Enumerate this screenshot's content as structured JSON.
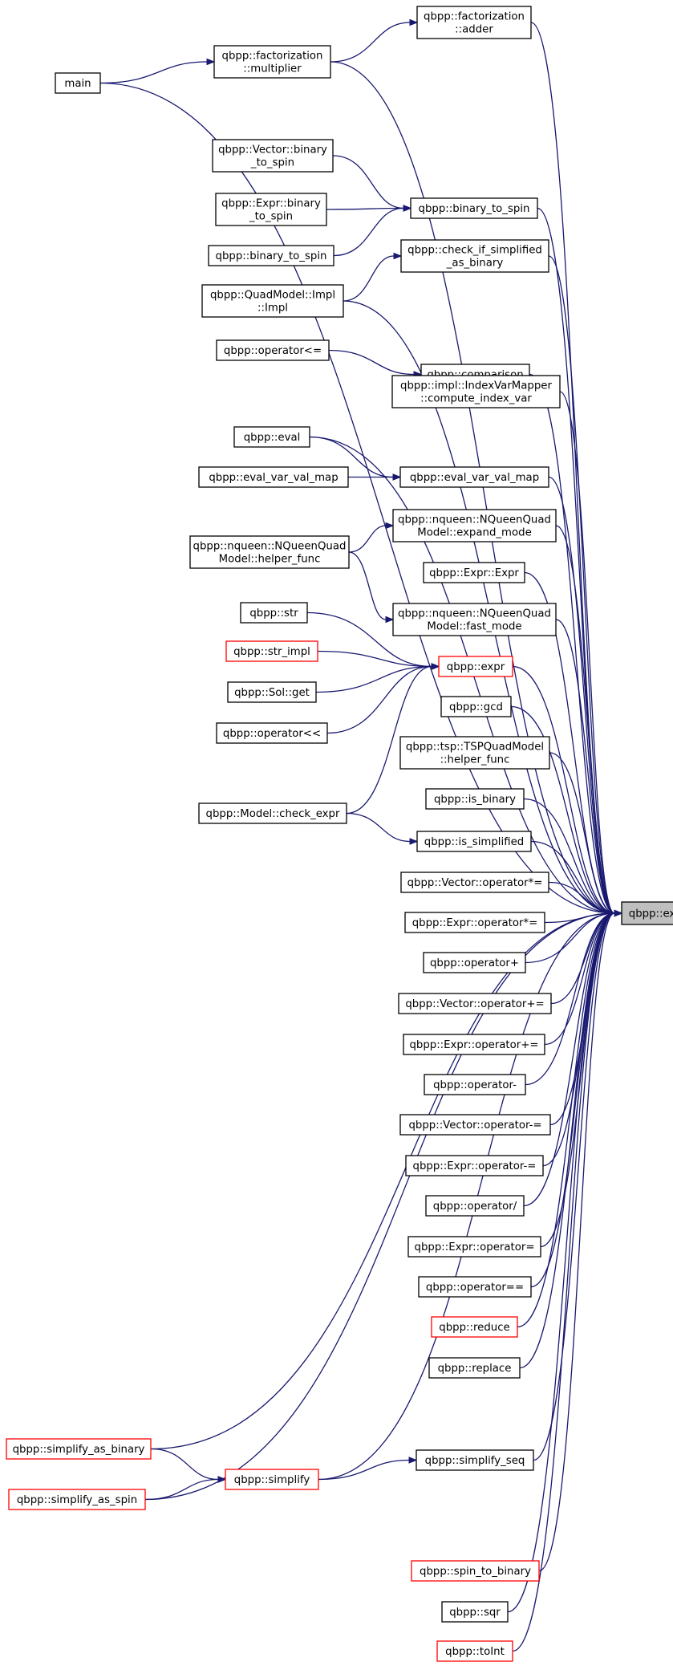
{
  "colors": {
    "edge": "#191970",
    "normal_border": "#000000",
    "truncated_border": "#ff0000",
    "focus_fill": "#bfbfbf"
  },
  "nodes": [
    {
      "id": "expr_target",
      "lines": [
        "qbpp::expr"
      ],
      "style": "focus"
    },
    {
      "id": "fact_adder",
      "lines": [
        "qbpp::factorization",
        "::adder"
      ]
    },
    {
      "id": "fact_mult",
      "lines": [
        "qbpp::factorization",
        "::multiplier"
      ]
    },
    {
      "id": "main",
      "lines": [
        "main"
      ]
    },
    {
      "id": "vec_b2s",
      "lines": [
        "qbpp::Vector::binary",
        "_to_spin"
      ]
    },
    {
      "id": "expr_b2s",
      "lines": [
        "qbpp::Expr::binary",
        "_to_spin"
      ]
    },
    {
      "id": "b2s_mid",
      "lines": [
        "qbpp::binary_to_spin"
      ]
    },
    {
      "id": "b2s_left",
      "lines": [
        "qbpp::binary_to_spin"
      ]
    },
    {
      "id": "check_simpl",
      "lines": [
        "qbpp::check_if_simplified",
        "_as_binary"
      ]
    },
    {
      "id": "quad_impl",
      "lines": [
        "qbpp::QuadModel::Impl",
        "::Impl"
      ]
    },
    {
      "id": "op_le",
      "lines": [
        "qbpp::operator<="
      ]
    },
    {
      "id": "comparison",
      "lines": [
        "qbpp::comparison"
      ]
    },
    {
      "id": "index_var",
      "lines": [
        "qbpp::impl::IndexVarMapper",
        "::compute_index_var"
      ]
    },
    {
      "id": "eval",
      "lines": [
        "qbpp::eval"
      ]
    },
    {
      "id": "eval_map_left",
      "lines": [
        "qbpp::eval_var_val_map"
      ]
    },
    {
      "id": "eval_map_mid",
      "lines": [
        "qbpp::eval_var_val_map"
      ]
    },
    {
      "id": "nq_expand",
      "lines": [
        "qbpp::nqueen::NQueenQuad",
        "Model::expand_mode"
      ]
    },
    {
      "id": "nq_helper",
      "lines": [
        "qbpp::nqueen::NQueenQuad",
        "Model::helper_func"
      ]
    },
    {
      "id": "expr_ctor",
      "lines": [
        "qbpp::Expr::Expr"
      ]
    },
    {
      "id": "nq_fast",
      "lines": [
        "qbpp::nqueen::NQueenQuad",
        "Model::fast_mode"
      ]
    },
    {
      "id": "str",
      "lines": [
        "qbpp::str"
      ]
    },
    {
      "id": "str_impl",
      "lines": [
        "qbpp::str_impl"
      ],
      "style": "red"
    },
    {
      "id": "expr_mid",
      "lines": [
        "qbpp::expr"
      ],
      "style": "red"
    },
    {
      "id": "sol_get",
      "lines": [
        "qbpp::Sol::get"
      ]
    },
    {
      "id": "op_shl",
      "lines": [
        "qbpp::operator<<"
      ]
    },
    {
      "id": "gcd",
      "lines": [
        "qbpp::gcd"
      ]
    },
    {
      "id": "tsp_helper",
      "lines": [
        "qbpp::tsp::TSPQuadModel",
        "::helper_func"
      ]
    },
    {
      "id": "is_binary",
      "lines": [
        "qbpp::is_binary"
      ]
    },
    {
      "id": "check_expr",
      "lines": [
        "qbpp::Model::check_expr"
      ]
    },
    {
      "id": "is_simplified",
      "lines": [
        "qbpp::is_simplified"
      ]
    },
    {
      "id": "vec_mul_eq",
      "lines": [
        "qbpp::Vector::operator*="
      ]
    },
    {
      "id": "expr_mul_eq",
      "lines": [
        "qbpp::Expr::operator*="
      ]
    },
    {
      "id": "op_plus",
      "lines": [
        "qbpp::operator+"
      ]
    },
    {
      "id": "vec_plus_eq",
      "lines": [
        "qbpp::Vector::operator+="
      ]
    },
    {
      "id": "expr_plus_eq",
      "lines": [
        "qbpp::Expr::operator+="
      ]
    },
    {
      "id": "op_minus",
      "lines": [
        "qbpp::operator-"
      ]
    },
    {
      "id": "vec_minus_eq",
      "lines": [
        "qbpp::Vector::operator-="
      ]
    },
    {
      "id": "expr_minus_eq",
      "lines": [
        "qbpp::Expr::operator-="
      ]
    },
    {
      "id": "op_div",
      "lines": [
        "qbpp::operator/"
      ]
    },
    {
      "id": "expr_assign",
      "lines": [
        "qbpp::Expr::operator="
      ]
    },
    {
      "id": "op_eq",
      "lines": [
        "qbpp::operator=="
      ]
    },
    {
      "id": "reduce",
      "lines": [
        "qbpp::reduce"
      ],
      "style": "red"
    },
    {
      "id": "replace",
      "lines": [
        "qbpp::replace"
      ]
    },
    {
      "id": "simpl_bin",
      "lines": [
        "qbpp::simplify_as_binary"
      ],
      "style": "red"
    },
    {
      "id": "simplify_seq",
      "lines": [
        "qbpp::simplify_seq"
      ]
    },
    {
      "id": "simplify",
      "lines": [
        "qbpp::simplify"
      ],
      "style": "red"
    },
    {
      "id": "simpl_spin",
      "lines": [
        "qbpp::simplify_as_spin"
      ],
      "style": "red"
    },
    {
      "id": "spin2bin",
      "lines": [
        "qbpp::spin_to_binary"
      ],
      "style": "red"
    },
    {
      "id": "sqr",
      "lines": [
        "qbpp::sqr"
      ]
    },
    {
      "id": "toint",
      "lines": [
        "qbpp::toInt"
      ],
      "style": "red"
    }
  ],
  "edges": [
    [
      "fact_adder",
      "expr_target"
    ],
    [
      "fact_mult",
      "fact_adder"
    ],
    [
      "fact_mult",
      "expr_target"
    ],
    [
      "main",
      "fact_mult"
    ],
    [
      "main",
      "expr_target"
    ],
    [
      "vec_b2s",
      "b2s_mid"
    ],
    [
      "expr_b2s",
      "b2s_mid"
    ],
    [
      "b2s_left",
      "b2s_mid"
    ],
    [
      "b2s_mid",
      "expr_target"
    ],
    [
      "check_simpl",
      "expr_target"
    ],
    [
      "quad_impl",
      "check_simpl"
    ],
    [
      "quad_impl",
      "expr_target"
    ],
    [
      "op_le",
      "comparison"
    ],
    [
      "comparison",
      "expr_target"
    ],
    [
      "index_var",
      "expr_target"
    ],
    [
      "eval",
      "eval_map_mid"
    ],
    [
      "eval",
      "expr_target"
    ],
    [
      "eval_map_left",
      "eval_map_mid"
    ],
    [
      "eval_map_mid",
      "expr_target"
    ],
    [
      "nq_helper",
      "nq_expand"
    ],
    [
      "nq_helper",
      "nq_fast"
    ],
    [
      "nq_expand",
      "expr_target"
    ],
    [
      "expr_ctor",
      "expr_target"
    ],
    [
      "nq_fast",
      "expr_target"
    ],
    [
      "str",
      "expr_mid"
    ],
    [
      "str_impl",
      "expr_mid"
    ],
    [
      "sol_get",
      "expr_mid"
    ],
    [
      "op_shl",
      "expr_mid"
    ],
    [
      "check_expr",
      "expr_mid"
    ],
    [
      "expr_mid",
      "expr_target"
    ],
    [
      "gcd",
      "expr_target"
    ],
    [
      "tsp_helper",
      "expr_target"
    ],
    [
      "is_binary",
      "expr_target"
    ],
    [
      "check_expr",
      "is_simplified"
    ],
    [
      "is_simplified",
      "expr_target"
    ],
    [
      "vec_mul_eq",
      "expr_target"
    ],
    [
      "expr_mul_eq",
      "expr_target"
    ],
    [
      "op_plus",
      "expr_target"
    ],
    [
      "vec_plus_eq",
      "expr_target"
    ],
    [
      "expr_plus_eq",
      "expr_target"
    ],
    [
      "op_minus",
      "expr_target"
    ],
    [
      "vec_minus_eq",
      "expr_target"
    ],
    [
      "expr_minus_eq",
      "expr_target"
    ],
    [
      "op_div",
      "expr_target"
    ],
    [
      "expr_assign",
      "expr_target"
    ],
    [
      "op_eq",
      "expr_target"
    ],
    [
      "reduce",
      "expr_target"
    ],
    [
      "replace",
      "expr_target"
    ],
    [
      "simpl_bin",
      "expr_target"
    ],
    [
      "simpl_bin",
      "simplify"
    ],
    [
      "simplify",
      "simplify_seq"
    ],
    [
      "simplify",
      "expr_target"
    ],
    [
      "simplify_seq",
      "expr_target"
    ],
    [
      "simpl_spin",
      "simplify"
    ],
    [
      "simpl_spin",
      "expr_target"
    ],
    [
      "spin2bin",
      "expr_target"
    ],
    [
      "sqr",
      "expr_target"
    ],
    [
      "toint",
      "expr_target"
    ]
  ]
}
